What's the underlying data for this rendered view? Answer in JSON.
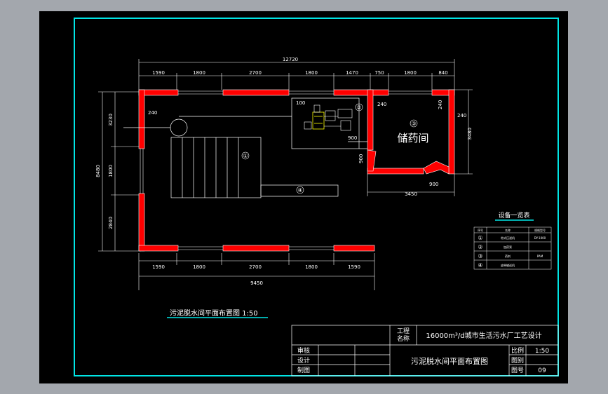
{
  "colors": {
    "background_outer": "#a3a7ad",
    "sheet": "#000000",
    "frame": "#00e5e5",
    "wall": "#ff0000",
    "line": "#ffffff",
    "equipment": "#ffff00",
    "title_underline": "#00e5e5"
  },
  "plan": {
    "overall_width": "12720",
    "top_dims": [
      "1590",
      "1800",
      "2700",
      "1800",
      "1470",
      "750",
      "1800",
      "840"
    ],
    "bottom_dims": [
      "1590",
      "1800",
      "2700",
      "1800",
      "1590"
    ],
    "bottom_total": "9450",
    "left_dims": [
      "3230",
      "1800",
      "2840"
    ],
    "left_total": "8480",
    "room_dims": {
      "d240_top_left": "240",
      "d100": "100",
      "d240_room_top": "240",
      "d240_room_right": "240",
      "d240_room_right_out": "240",
      "room_height": "3480",
      "d900_a": "900",
      "d900_b": "900",
      "d900_c": "900",
      "room_width": "3450"
    },
    "markers": [
      "①",
      "②",
      "③",
      "④"
    ],
    "room_label": "储药间"
  },
  "equipment_table": {
    "title": "设备一览表",
    "headers": [
      "序号",
      "名称",
      "规格型号"
    ],
    "rows": [
      {
        "no": "①",
        "name": "带式压滤机",
        "spec": "DY-1000"
      },
      {
        "no": "②",
        "name": "加药泵",
        "spec": ""
      },
      {
        "no": "③",
        "name": "药剂",
        "spec": "PAM"
      },
      {
        "no": "④",
        "name": "皮带输送机",
        "spec": ""
      }
    ]
  },
  "drawing_title": "污泥脱水间平面布置图  1:50",
  "title_block": {
    "project_label": "工程\n名称",
    "project_name": "16000m³/d城市生活污水厂工艺设计",
    "review": "审核",
    "design": "设计",
    "draw": "制图",
    "sheet_title": "污泥脱水间平面布置图",
    "scale_label": "比例",
    "scale_value": "1:50",
    "drawing_label": "图别",
    "drawing_value": "",
    "number_label": "图号",
    "number_value": "09"
  }
}
